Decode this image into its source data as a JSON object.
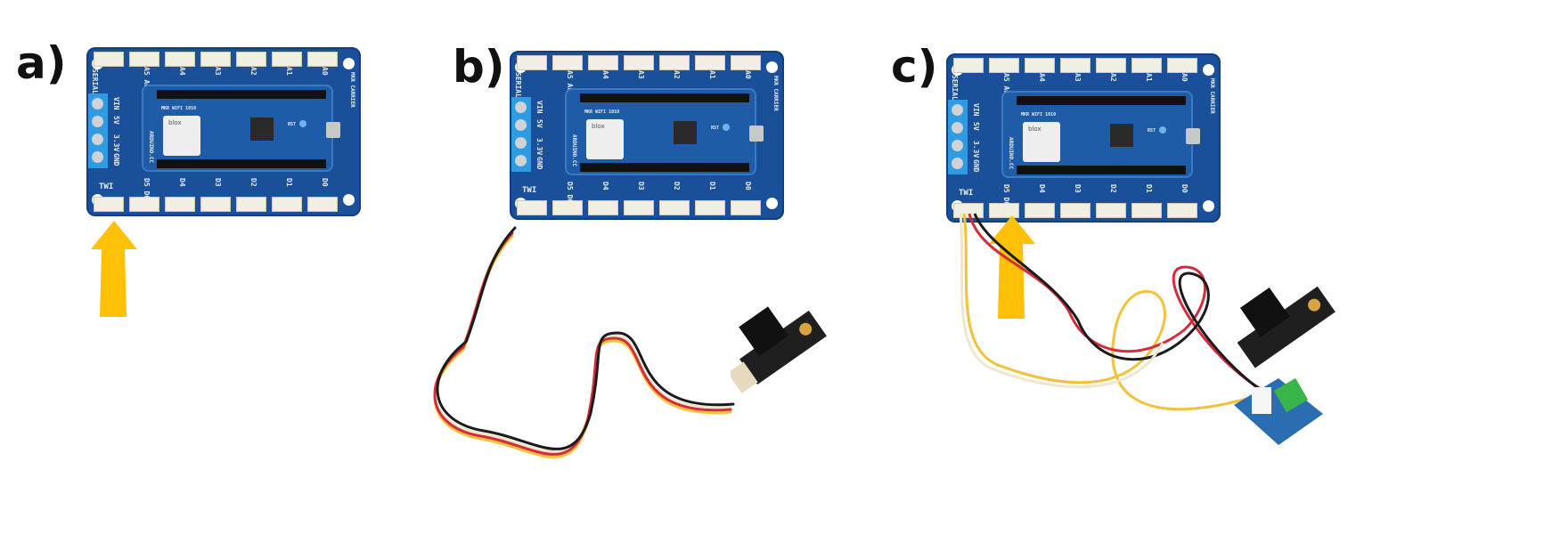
{
  "panels": [
    {
      "label": "a)"
    },
    {
      "label": "b)"
    },
    {
      "label": "c)"
    }
  ],
  "board": {
    "top_labels": [
      "SERIAL",
      "A5 A6",
      "A4",
      "A3",
      "A2",
      "A1",
      "A0"
    ],
    "bottom_labels": [
      "TWI",
      "D5 D6",
      "D4",
      "D3",
      "D2",
      "D1",
      "D0"
    ],
    "power_labels": [
      "VIN",
      "5V",
      "3.3V",
      "GND"
    ],
    "module_brand": "blox",
    "site": "ARDUINO.CC",
    "mkr_name": "MKR WIFI 1010",
    "reset": "RST",
    "carrier": "MKR CARRIER"
  },
  "colors": {
    "board": "#1a4f9a",
    "arrow": "#ffc107",
    "cable_yellow": "#f2c23a",
    "cable_red": "#d62b3a",
    "cable_black": "#1b1b1b",
    "cable_white": "#f0e6cc"
  }
}
